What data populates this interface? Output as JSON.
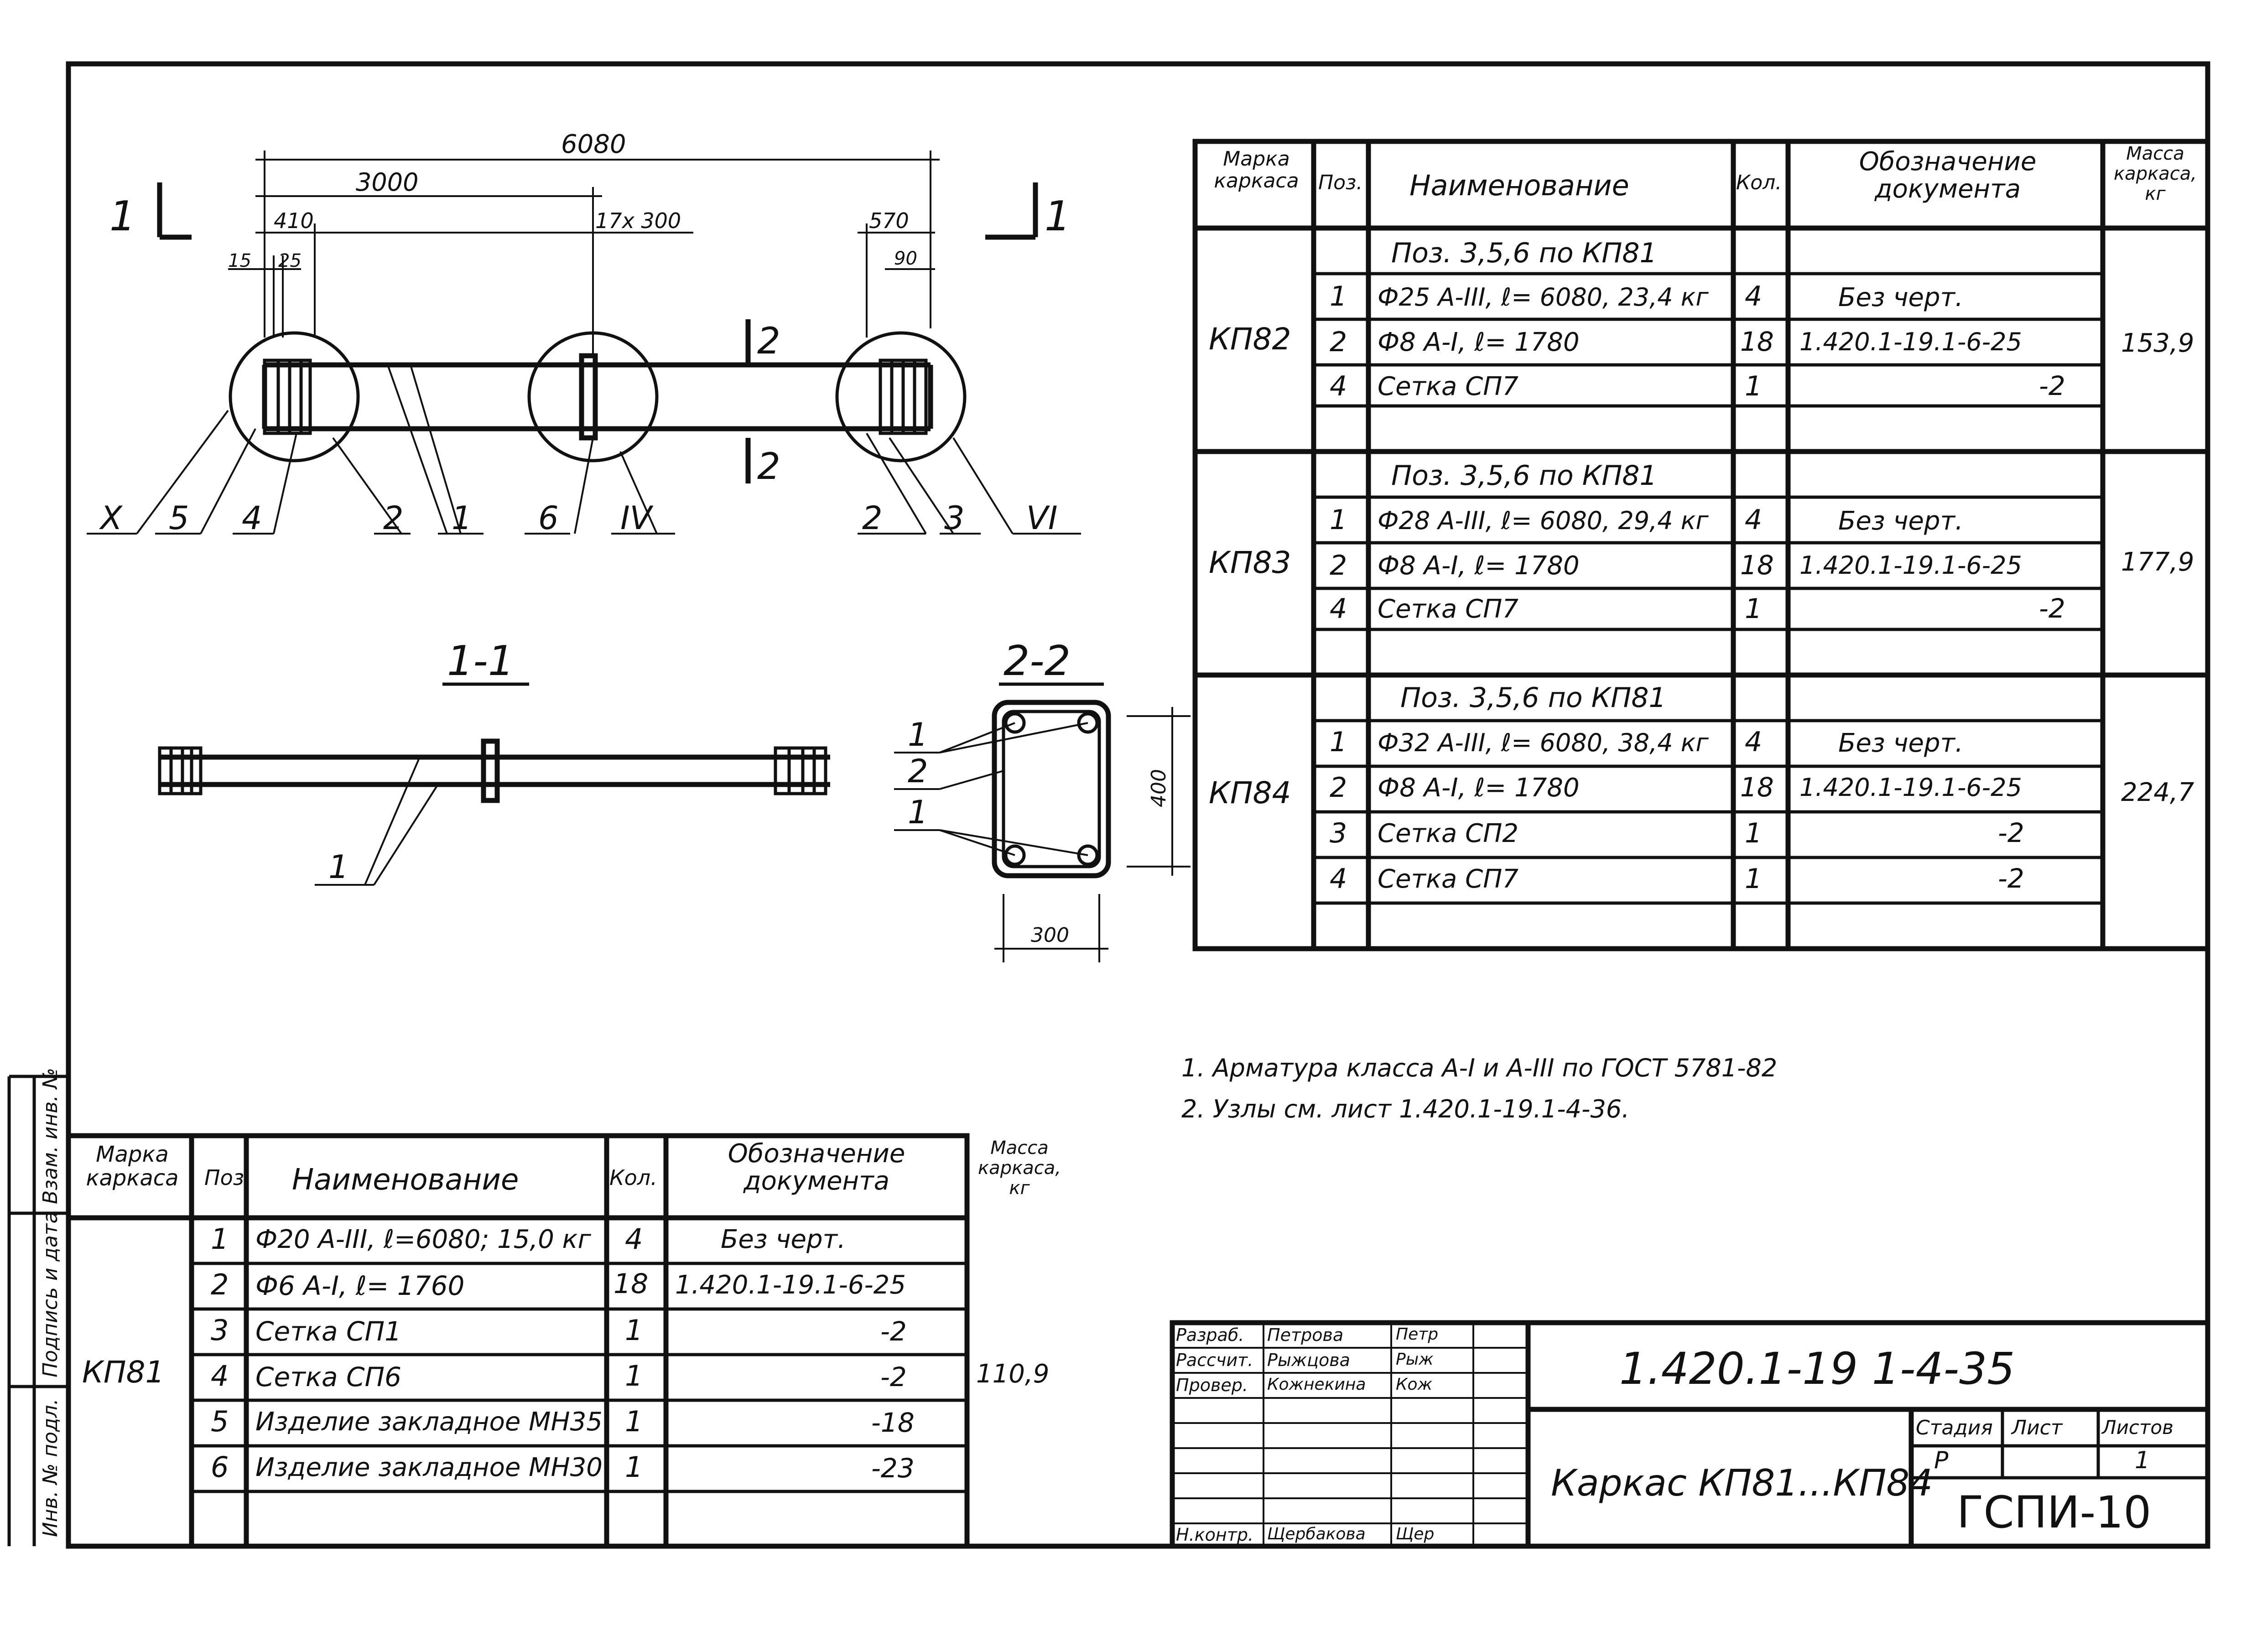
{
  "drawing": {
    "dim_total": "6080",
    "dim_half": "3000",
    "dim_410": "410",
    "dim_spacing": "17x 300",
    "dim_570": "570",
    "dim_15": "15",
    "dim_25": "25",
    "dim_90": "90",
    "section_mark_1": "1",
    "section_mark_2": "2",
    "callouts_left": [
      "X",
      "5",
      "4",
      "2",
      "1",
      "6",
      "IV"
    ],
    "callouts_right": [
      "2",
      "3",
      "VI"
    ],
    "section_1_title": "1-1",
    "section_1_callout": "1",
    "section_2_title": "2-2",
    "section_2_callouts": [
      "1",
      "2",
      "1"
    ],
    "section_2_height": "400",
    "section_2_width": "300"
  },
  "spec_top": {
    "headers": [
      "Марка каркаса",
      "Поз.",
      "Наименование",
      "Кол.",
      "Обозначение документа",
      "Масса каркаса, кг"
    ],
    "groups": [
      {
        "mark": "КП82",
        "mass": "153,9",
        "rows": [
          {
            "pos": "",
            "name": "Поз. 3,5,6 по КП81",
            "qty": "",
            "doc": ""
          },
          {
            "pos": "1",
            "name": "Ф25 А-III, ℓ= 6080, 23,4 кг",
            "qty": "4",
            "doc": "Без черт."
          },
          {
            "pos": "2",
            "name": "Ф8 А-I, ℓ= 1780",
            "qty": "18",
            "doc": "1.420.1-19.1-6-25"
          },
          {
            "pos": "4",
            "name": "Сетка СП7",
            "qty": "1",
            "doc": "-2"
          },
          {
            "pos": "",
            "name": "",
            "qty": "",
            "doc": ""
          }
        ]
      },
      {
        "mark": "КП83",
        "mass": "177,9",
        "rows": [
          {
            "pos": "",
            "name": "Поз. 3,5,6 по КП81",
            "qty": "",
            "doc": ""
          },
          {
            "pos": "1",
            "name": "Ф28 А-III, ℓ= 6080, 29,4 кг",
            "qty": "4",
            "doc": "Без черт."
          },
          {
            "pos": "2",
            "name": "Ф8 А-I, ℓ= 1780",
            "qty": "18",
            "doc": "1.420.1-19.1-6-25"
          },
          {
            "pos": "4",
            "name": "Сетка СП7",
            "qty": "1",
            "doc": "-2"
          },
          {
            "pos": "",
            "name": "",
            "qty": "",
            "doc": ""
          }
        ]
      },
      {
        "mark": "КП84",
        "mass": "224,7",
        "rows": [
          {
            "pos": "",
            "name": "Поз. 3,5,6 по КП81",
            "qty": "",
            "doc": ""
          },
          {
            "pos": "1",
            "name": "Ф32 А-III, ℓ= 6080, 38,4 кг",
            "qty": "4",
            "doc": "Без черт."
          },
          {
            "pos": "2",
            "name": "Ф8 А-I, ℓ= 1780",
            "qty": "18",
            "doc": "1.420.1-19.1-6-25"
          },
          {
            "pos": "3",
            "name": "Сетка СП2",
            "qty": "1",
            "doc": "-2"
          },
          {
            "pos": "4",
            "name": "Сетка СП7",
            "qty": "1",
            "doc": "-2"
          },
          {
            "pos": "",
            "name": "",
            "qty": "",
            "doc": ""
          }
        ]
      }
    ]
  },
  "spec_bottom": {
    "headers": [
      "Марка каркаса",
      "Поз.",
      "Наименование",
      "Кол.",
      "Обозначение документа",
      "Масса каркаса, кг"
    ],
    "mark": "КП81",
    "mass": "110,9",
    "rows": [
      {
        "pos": "1",
        "name": "Ф20 А-III, ℓ=6080; 15,0 кг",
        "qty": "4",
        "doc": "Без черт."
      },
      {
        "pos": "2",
        "name": "Ф6 А-I, ℓ= 1760",
        "qty": "18",
        "doc": "1.420.1-19.1-6-25"
      },
      {
        "pos": "3",
        "name": "Сетка СП1",
        "qty": "1",
        "doc": "-2"
      },
      {
        "pos": "4",
        "name": "Сетка СП6",
        "qty": "1",
        "doc": "-2"
      },
      {
        "pos": "5",
        "name": "Изделие закладное МН35",
        "qty": "1",
        "doc": "-18"
      },
      {
        "pos": "6",
        "name": "Изделие закладное МН30",
        "qty": "1",
        "doc": "-23"
      },
      {
        "pos": "",
        "name": "",
        "qty": "",
        "doc": ""
      }
    ]
  },
  "notes": [
    "1. Арматура класса А-I и А-III по ГОСТ 5781-82",
    "2. Узлы см. лист 1.420.1-19.1-4-36."
  ],
  "stamp": {
    "roles": [
      {
        "role": "Разраб.",
        "name": "Петрова",
        "sign": "Петр"
      },
      {
        "role": "Рассчит.",
        "name": "Рыжцова",
        "sign": "Рыж"
      },
      {
        "role": "Провер.",
        "name": "Кожнекина",
        "sign": "Кож"
      },
      {
        "role": "Н.контр.",
        "name": "Щербакова",
        "sign": "Щер"
      }
    ],
    "doc_code": "1.420.1-19 1-4-35",
    "title": "Каркас КП81...КП84",
    "stage_header": "Стадия",
    "sheet_header": "Лист",
    "sheets_header": "Листов",
    "stage": "Р",
    "sheets": "1",
    "org": "ГСПИ-10"
  },
  "side_strip": {
    "labels": [
      "Взам. инв. №",
      "Подпись и дата",
      "Инв. № подл."
    ]
  }
}
